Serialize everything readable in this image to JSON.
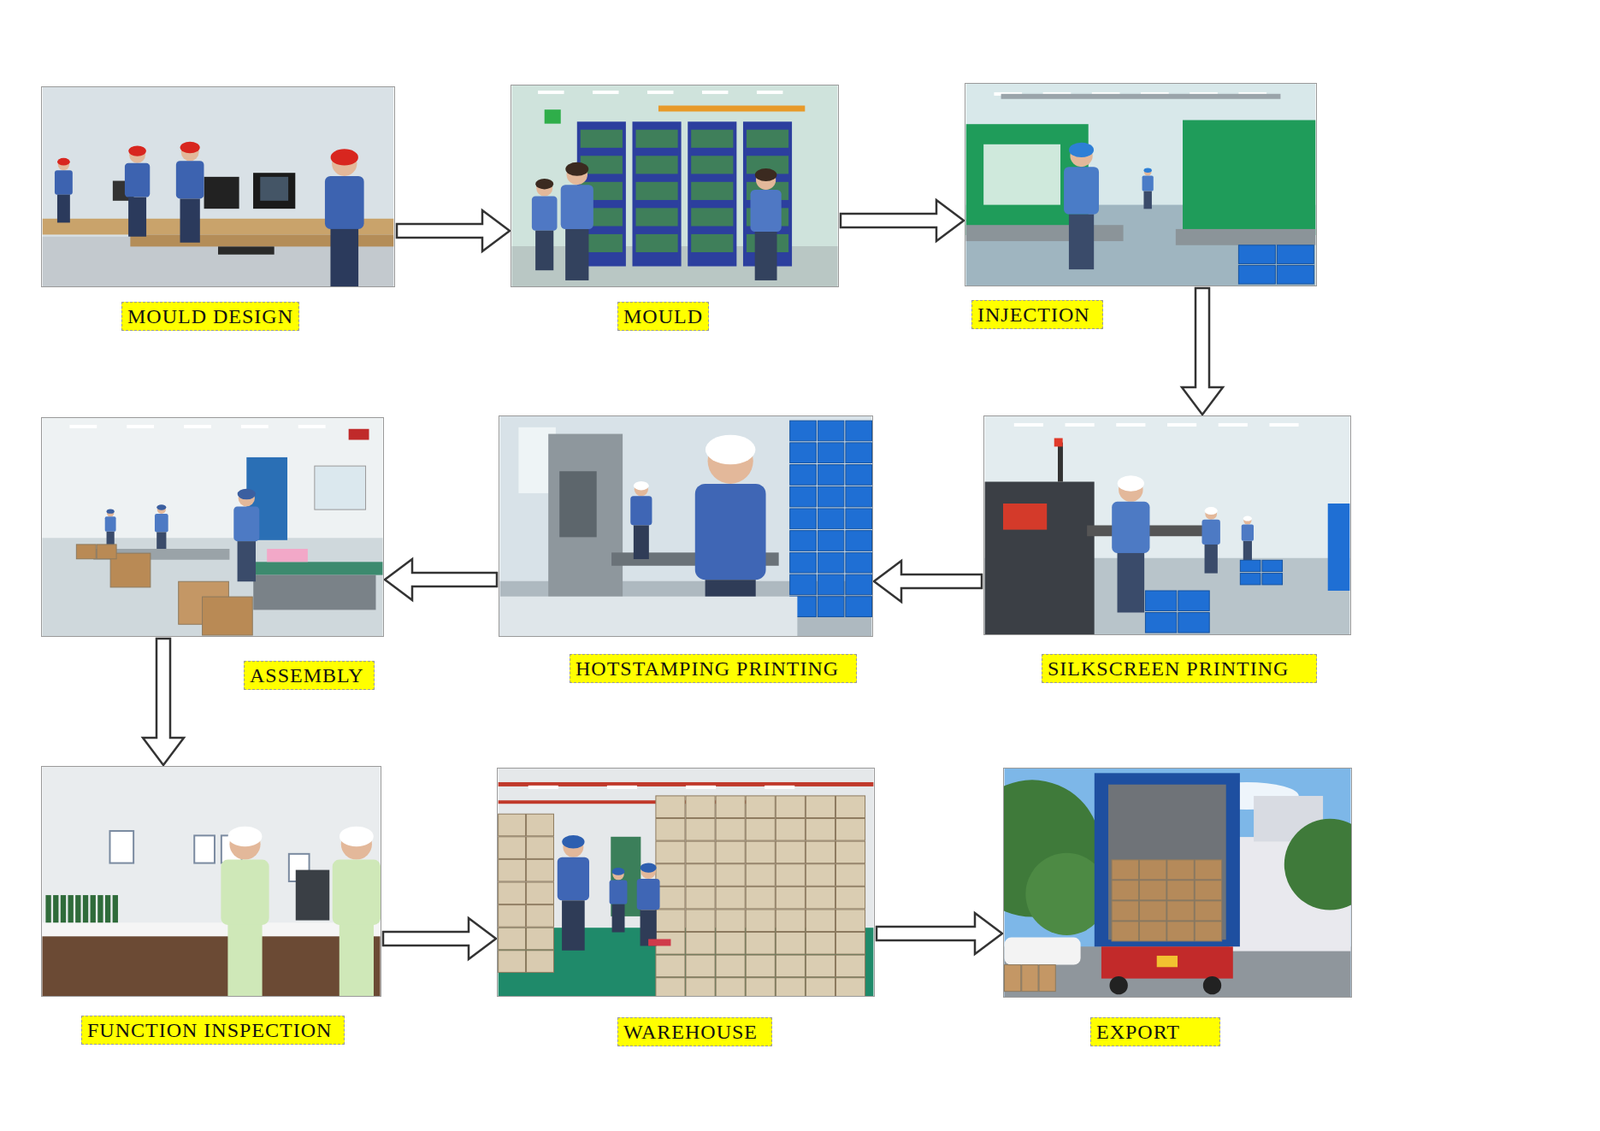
{
  "diagram": {
    "nodes": [
      {
        "text": [
          "MOULD DESIGN"
        ]
      },
      {
        "text": [
          "MOULD"
        ]
      },
      {
        "text": [
          "INJECTION"
        ]
      },
      {
        "text": [
          "ASSEMBLY"
        ]
      },
      {
        "text": [
          "HOTSTAMPING PRINTING"
        ]
      },
      {
        "text": [
          "SILKSCREEN PRINTING"
        ]
      },
      {
        "text": [
          "FUNCTION INSPECTION"
        ]
      },
      {
        "text": [
          "WAREHOUSE"
        ]
      },
      {
        "text": [
          "EXPORT"
        ]
      }
    ],
    "edges": [
      {
        "from": 0,
        "to": 1,
        "arrow": "to"
      },
      {
        "from": 1,
        "to": 2,
        "arrow": "to"
      },
      {
        "from": 2,
        "to": 5,
        "arrow": "to"
      },
      {
        "from": 5,
        "to": 4,
        "arrow": "to"
      },
      {
        "from": 4,
        "to": 3,
        "arrow": "to"
      },
      {
        "from": 3,
        "to": 6,
        "arrow": "to"
      },
      {
        "from": 6,
        "to": 7,
        "arrow": "to"
      },
      {
        "from": 7,
        "to": 8,
        "arrow": "to"
      }
    ]
  }
}
